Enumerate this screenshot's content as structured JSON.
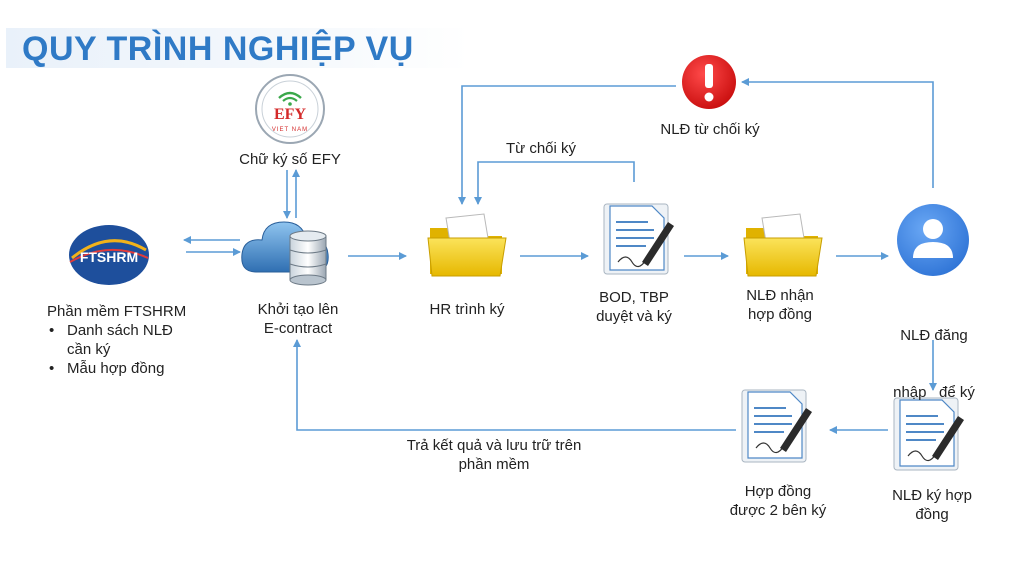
{
  "title": "QUY TRÌNH NGHIỆP VỤ",
  "colors": {
    "title": "#2f7ac6",
    "arrow": "#5b9bd5",
    "alert": "#e02020",
    "folder": "#f6d21a",
    "user": "#4a8ce6"
  },
  "nodes": {
    "efy": {
      "logo_text": "EFY",
      "logo_sub": "VIET NAM",
      "label": "Chữ ký số EFY"
    },
    "ftshrm": {
      "logo_text": "FTSHRM",
      "title": "Phần mềm FTSHRM",
      "bullets": [
        "Danh sách NLĐ cần ký",
        "Mẫu hợp đồng"
      ]
    },
    "econtract": {
      "line1": "Khởi tạo lên",
      "line2": "E-contract"
    },
    "hr": {
      "label": "HR trình ký"
    },
    "bod": {
      "line1": "BOD, TBP",
      "line2": "duyệt và ký"
    },
    "nld_receive": {
      "line1": "NLĐ nhận",
      "line2": "hợp đồng"
    },
    "nld_login": {
      "line1": "NLĐ đăng",
      "line2": "nhập   để ký"
    },
    "nld_reject": {
      "label": "NLĐ từ chối ký"
    },
    "nld_sign": {
      "line1": "NLĐ ký hợp",
      "line2": "đồng"
    },
    "both_signed": {
      "line1": "Hợp đồng",
      "line2": "được 2 bên ký"
    }
  },
  "edges": {
    "reject_label": "Từ chối ký",
    "return_line1": "Trả kết quả và lưu trữ trên",
    "return_line2": "phần mềm"
  }
}
